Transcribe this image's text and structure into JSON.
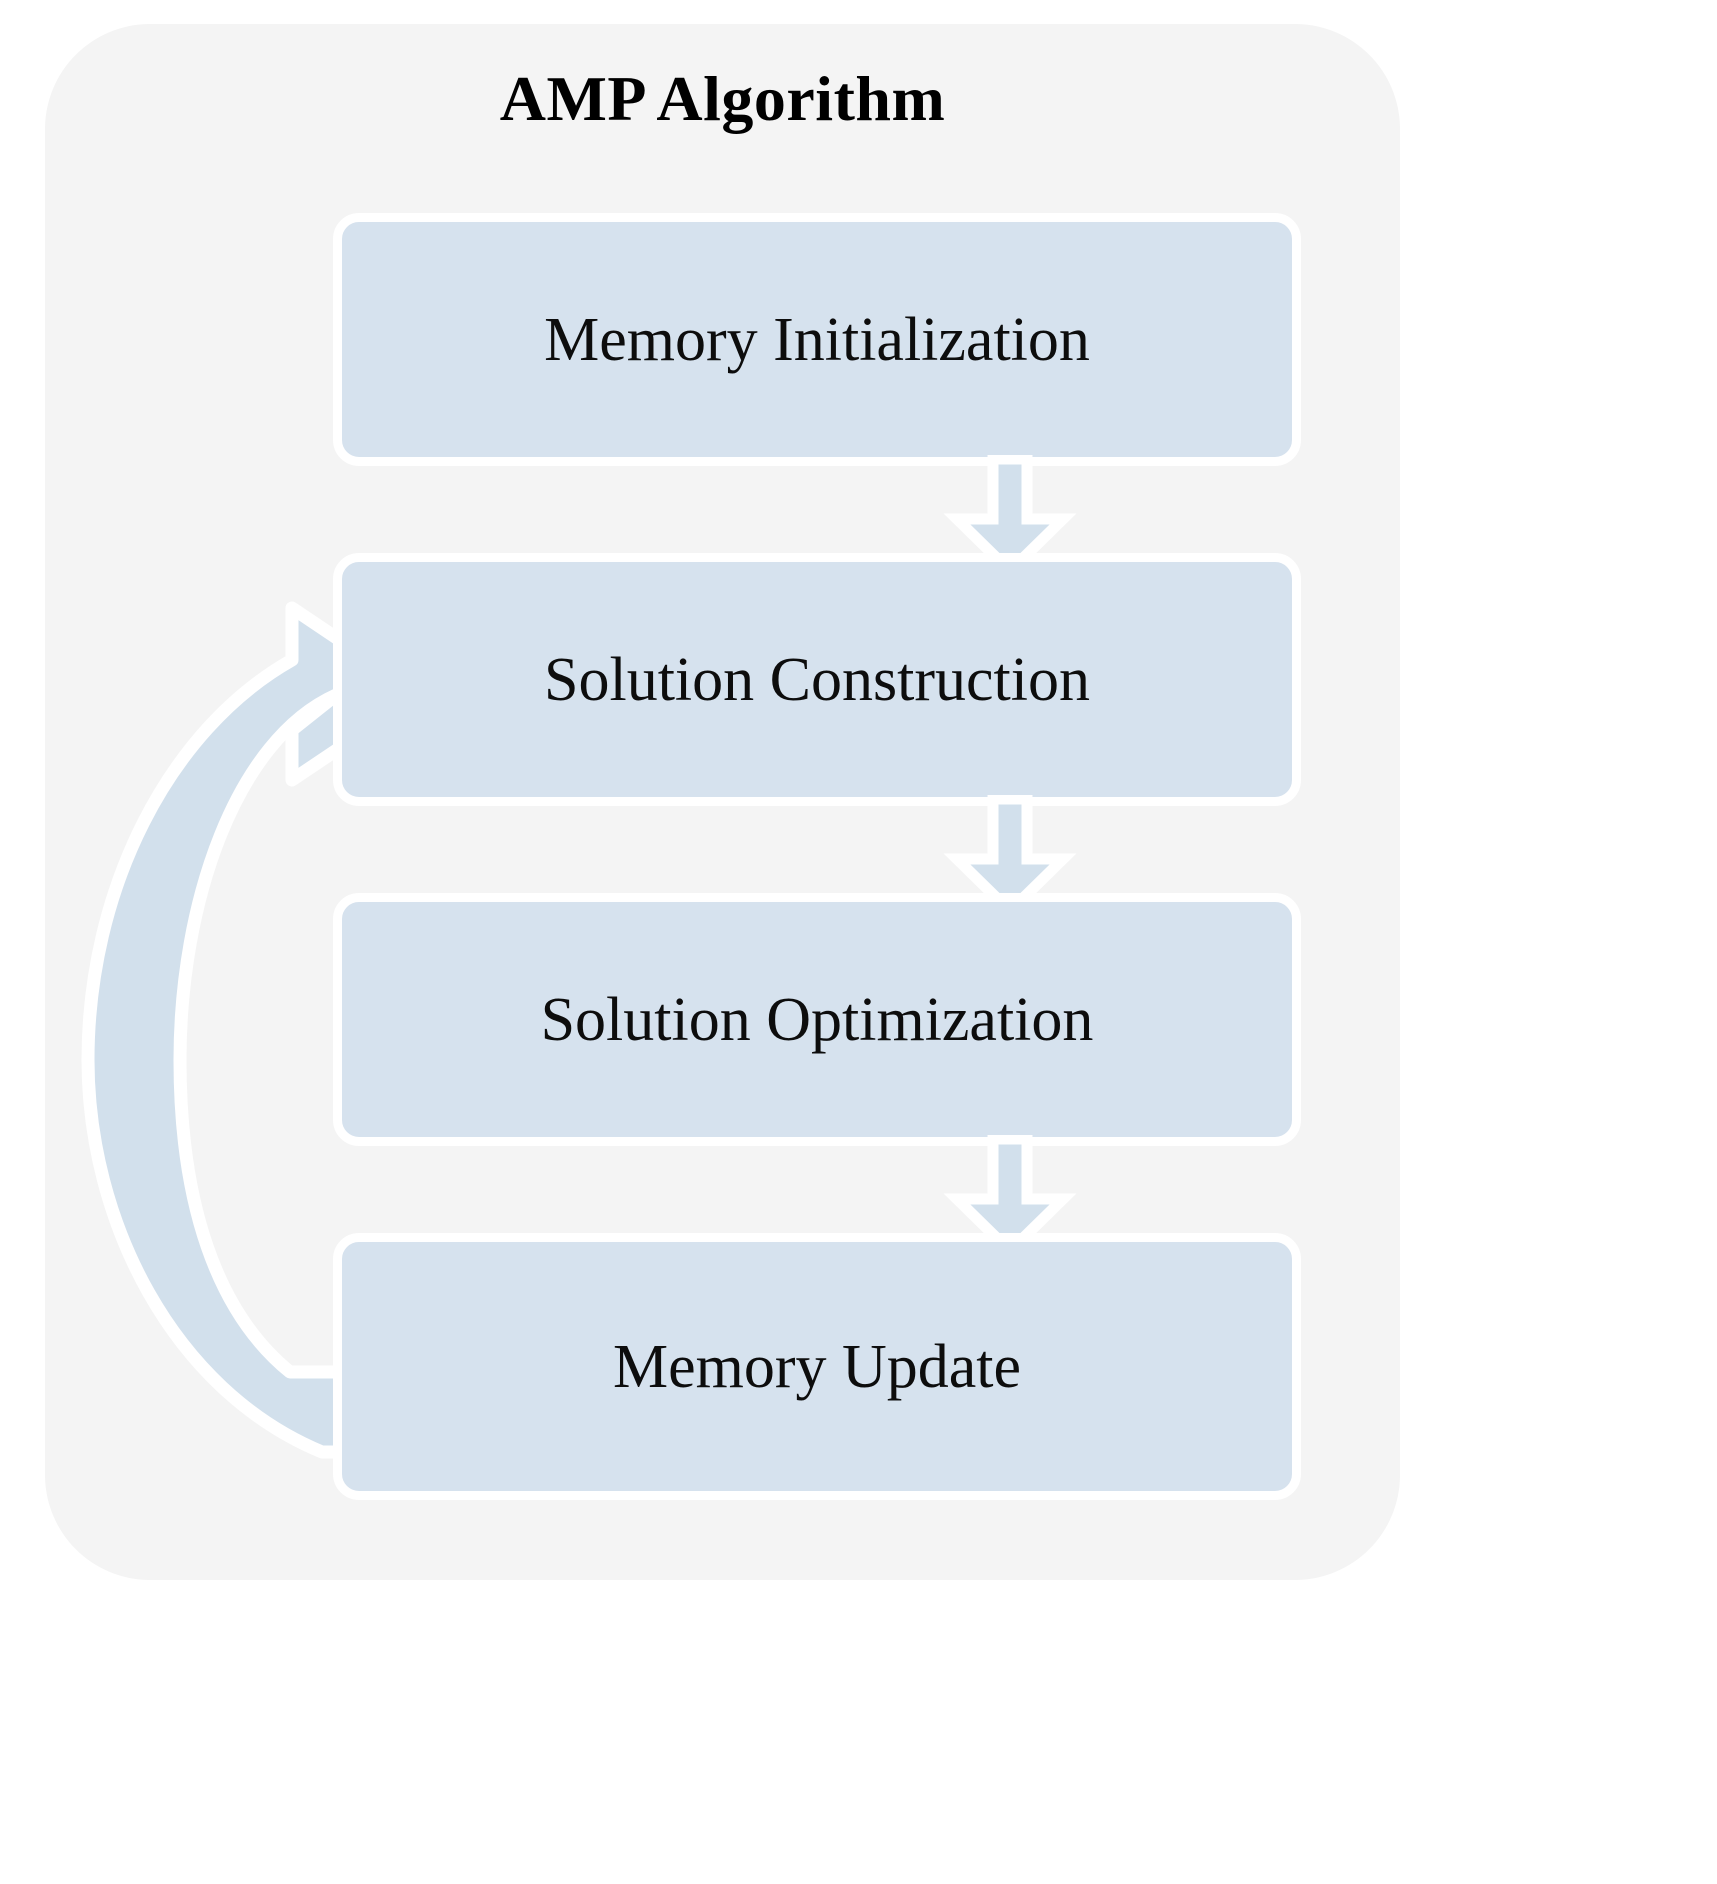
{
  "diagram": {
    "title": "AMP Algorithm",
    "type": "flowchart",
    "orientation": "vertical",
    "colors": {
      "panel_background": "#f4f4f4",
      "node_fill": "#d6e2ee",
      "node_border": "#ffffff",
      "arrow_fill": "#d0dfec",
      "arrow_outline": "#ffffff",
      "text": "#000000"
    },
    "nodes": [
      {
        "id": "memory-initialization",
        "label": "Memory Initialization"
      },
      {
        "id": "solution-construction",
        "label": "Solution Construction"
      },
      {
        "id": "solution-optimization",
        "label": "Solution Optimization"
      },
      {
        "id": "memory-update",
        "label": "Memory Update"
      }
    ],
    "edges": [
      {
        "from": "memory-initialization",
        "to": "solution-construction",
        "kind": "straight-down-arrow",
        "label": ""
      },
      {
        "from": "solution-construction",
        "to": "solution-optimization",
        "kind": "straight-down-arrow",
        "label": ""
      },
      {
        "from": "solution-optimization",
        "to": "memory-update",
        "kind": "straight-down-arrow",
        "label": ""
      },
      {
        "from": "memory-update",
        "to": "solution-construction",
        "kind": "curved-feedback-arrow",
        "label": ""
      }
    ]
  }
}
